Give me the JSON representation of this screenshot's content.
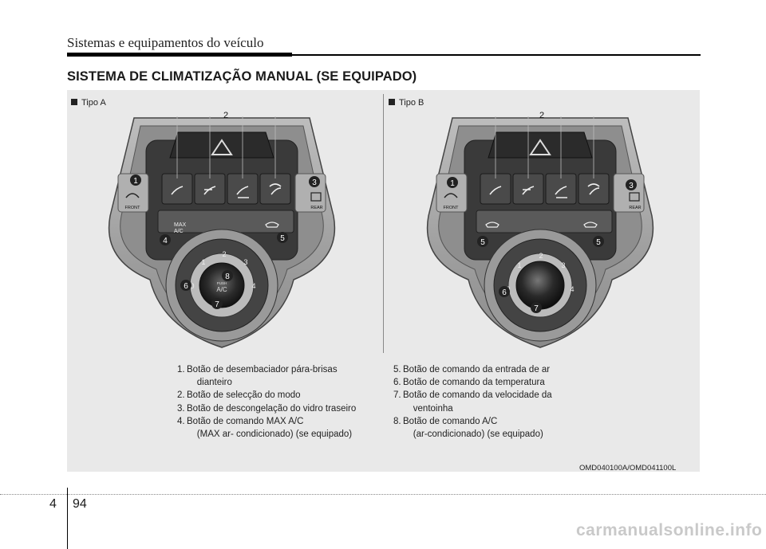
{
  "header": {
    "chapter_title": "Sistemas e equipamentos do veículo"
  },
  "section": {
    "title": "SISTEMA DE CLIMATIZAÇÃO MANUAL (SE EQUIPADO)"
  },
  "figure": {
    "type_a_label": "Tipo A",
    "type_b_label": "Tipo B",
    "panel_a": {
      "callouts": [
        "1",
        "2",
        "3",
        "4",
        "5",
        "6",
        "7",
        "8"
      ],
      "front_label": "FRONT",
      "rear_label": "REAR",
      "max_label": "MAX",
      "ac_label": "A/C",
      "push_label": "PUSH",
      "knob_ac_label": "A/C",
      "speed_ticks": [
        "0",
        "1",
        "2",
        "3",
        "4"
      ]
    },
    "panel_b": {
      "callouts": [
        "1",
        "2",
        "3",
        "5",
        "5",
        "6",
        "7"
      ],
      "front_label": "FRONT",
      "rear_label": "REAR",
      "speed_ticks": [
        "0",
        "1",
        "2",
        "3",
        "4"
      ]
    },
    "legend_left": [
      {
        "num": "1.",
        "text": "Botão de desembaciador pára-brisas\n    dianteiro"
      },
      {
        "num": "2.",
        "text": "Botão de selecção do modo"
      },
      {
        "num": "3.",
        "text": "Botão de descongelação do vidro traseiro"
      },
      {
        "num": "4.",
        "text": "Botão de comando MAX A/C\n    (MAX ar- condicionado) (se equipado)"
      }
    ],
    "legend_right": [
      {
        "num": "5.",
        "text": "Botão de comando da entrada de ar"
      },
      {
        "num": "6.",
        "text": "Botão de comando da temperatura"
      },
      {
        "num": "7.",
        "text": "Botão de comando da velocidade da\n    ventoinha"
      },
      {
        "num": "8.",
        "text": "Botão de comando A/C\n    (ar-condicionado) (se equipado)"
      }
    ],
    "code": "OMD040100A/OMD041100L"
  },
  "footer": {
    "chapter_number": "4",
    "page_number": "94",
    "watermark": "carmanualsonline.info"
  }
}
